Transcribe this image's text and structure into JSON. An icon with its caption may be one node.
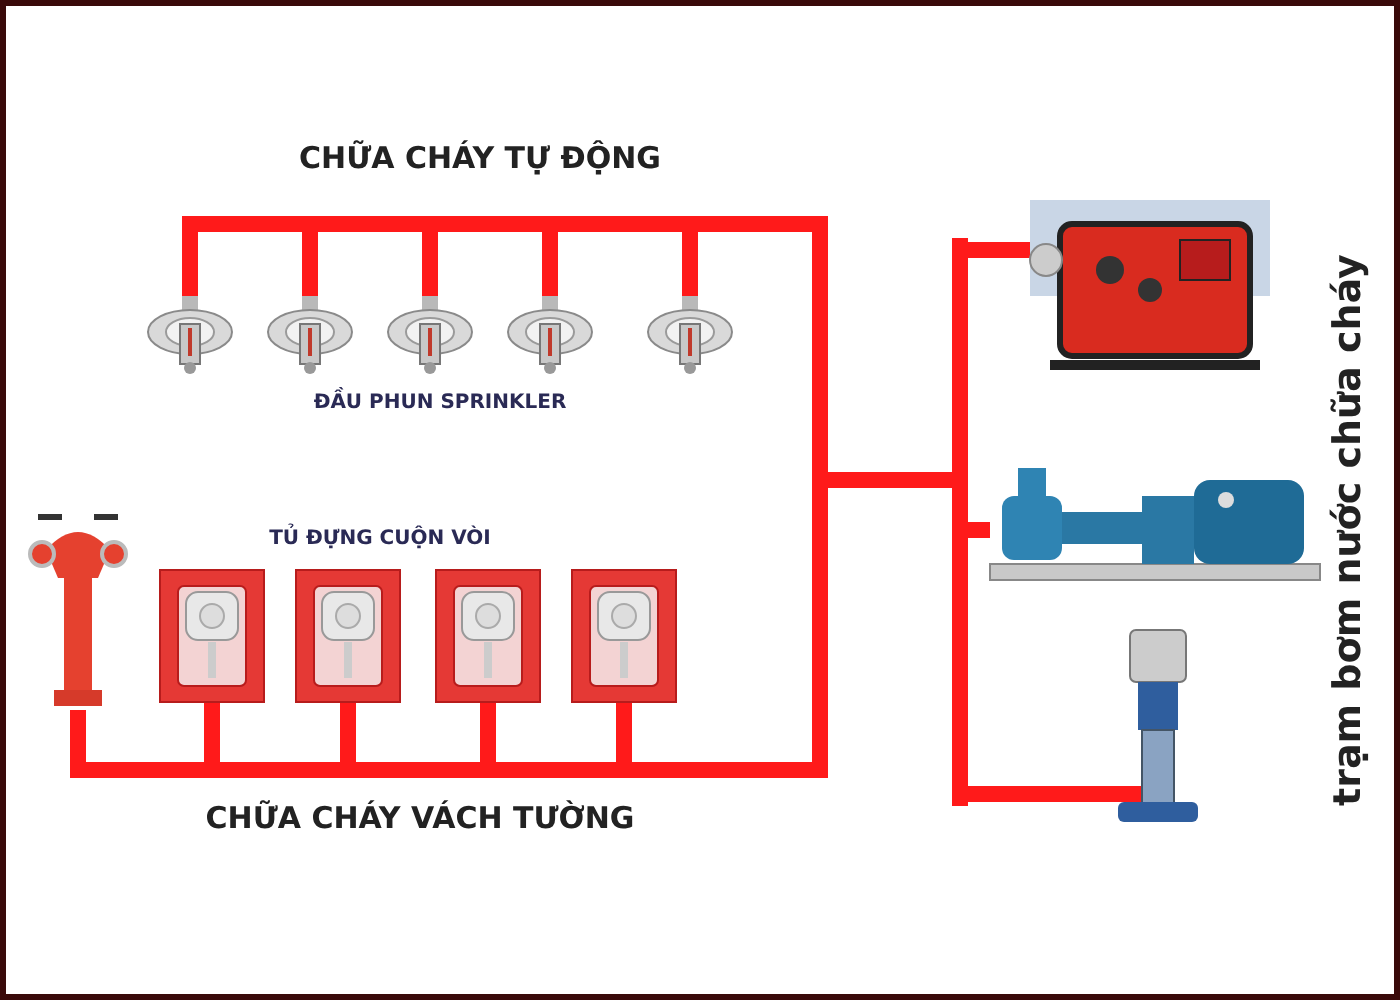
{
  "diagram": {
    "nodes": [
      {
        "text": [],
        "shape": "picture"
      },
      {
        "text": [],
        "shape": "picture"
      },
      {
        "text": [],
        "shape": "picture"
      },
      {
        "text": [],
        "shape": "picture"
      },
      {
        "text": [],
        "shape": "picture"
      },
      {
        "text": [],
        "shape": "picture"
      },
      {
        "text": [],
        "shape": "picture"
      },
      {
        "text": [],
        "shape": "picture"
      },
      {
        "text": [],
        "shape": "picture"
      },
      {
        "text": [],
        "shape": "picture"
      },
      {
        "text": [
          "trạm bơm nước chữa cháy"
        ]
      },
      {
        "text": [],
        "shape": "picture",
        "in": 10
      },
      {
        "text": [],
        "shape": "picture",
        "in": 10
      },
      {
        "text": [],
        "shape": "picture",
        "in": 10
      },
      {
        "text": [],
        "shape": "bar",
        "in": 10
      }
    ],
    "edges": [
      {
        "from": 0,
        "to": 14,
        "arrow": "none"
      },
      {
        "from": 1,
        "to": 14,
        "arrow": "none"
      },
      {
        "from": 2,
        "to": 14,
        "arrow": "none"
      },
      {
        "from": 3,
        "to": 14,
        "arrow": "none"
      },
      {
        "from": 4,
        "to": 14,
        "arrow": "none"
      },
      {
        "from": 5,
        "to": 14,
        "arrow": "none"
      },
      {
        "from": 6,
        "to": 14,
        "arrow": "none"
      },
      {
        "from": 7,
        "to": 14,
        "arrow": "none"
      },
      {
        "from": 8,
        "to": 14,
        "arrow": "none"
      },
      {
        "from": 9,
        "to": 14,
        "arrow": "none"
      },
      {
        "from": 14,
        "to": 11,
        "arrow": "none"
      },
      {
        "from": 14,
        "to": 12,
        "arrow": "none"
      },
      {
        "from": 14,
        "to": 13,
        "arrow": "none"
      }
    ],
    "labels": [
      "CHỮA CHÁY TỰ ĐỘNG",
      "ĐẦU PHUN SPRINKLER",
      "TỦ ĐỰNG CUỘN VÒI",
      "CHỮA CHÁY VÁCH TƯỜNG"
    ]
  }
}
